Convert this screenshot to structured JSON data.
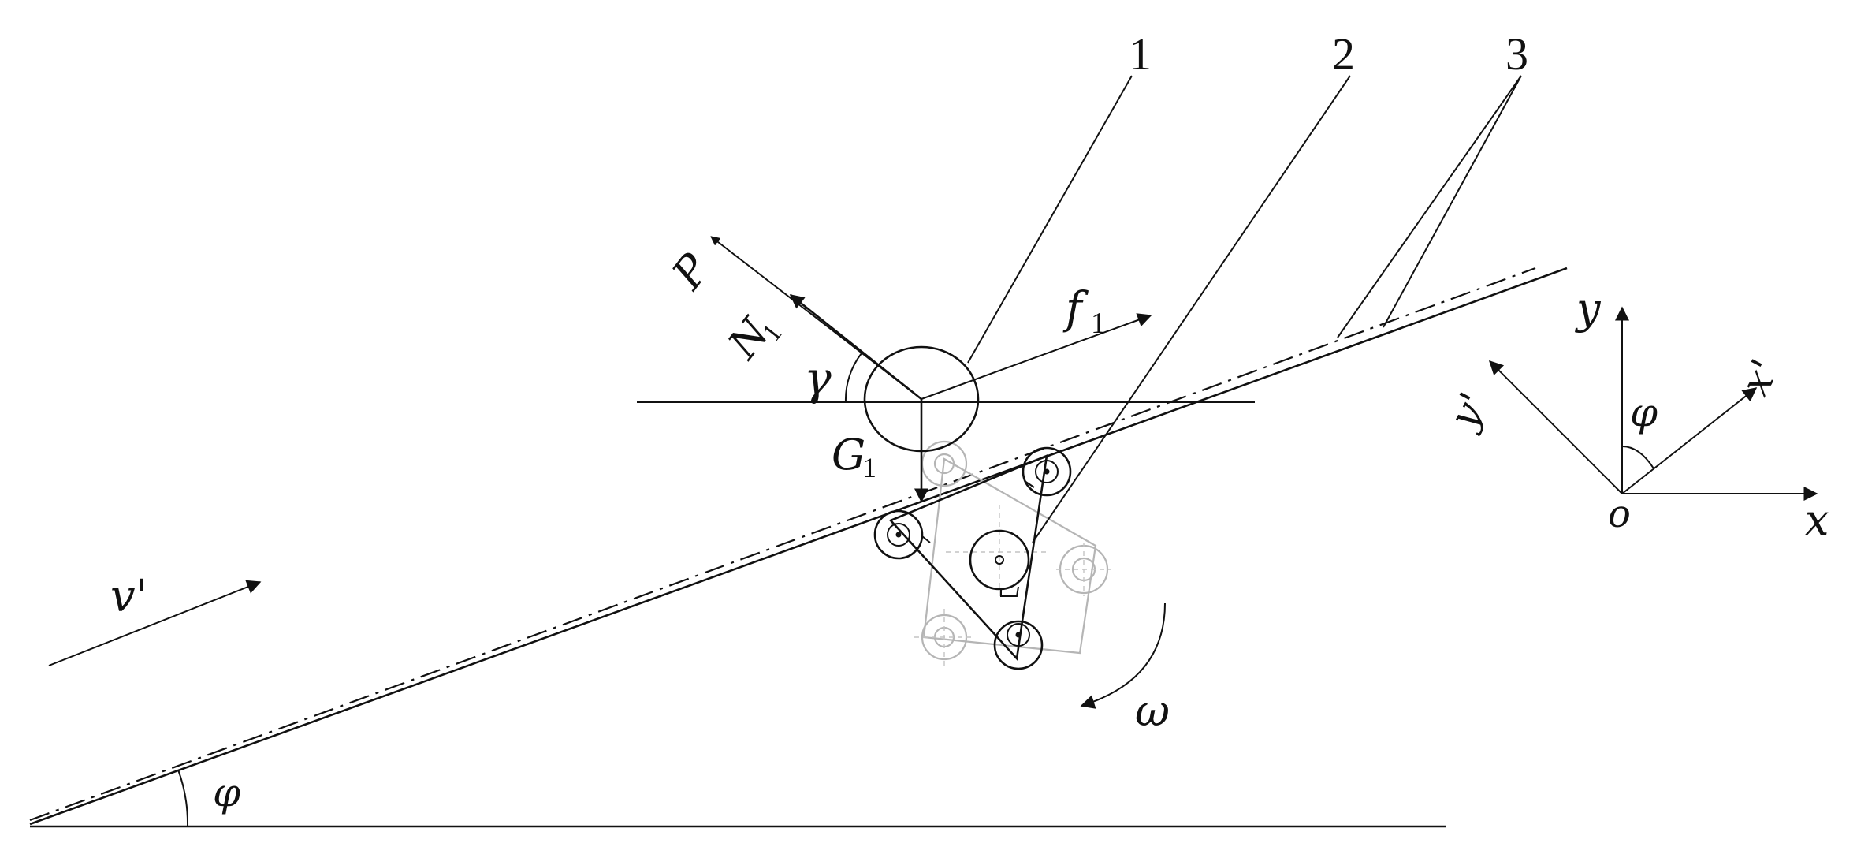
{
  "labels": {
    "part_1": "1",
    "part_2": "2",
    "part_3": "3",
    "force_p": "P",
    "normal_force": "N",
    "normal_force_sub": "1",
    "friction_force": "f",
    "friction_force_sub": "1",
    "gravity": "G",
    "gravity_sub": "1",
    "gamma": "γ",
    "velocity": "v'",
    "omega": "ω",
    "phi_base": "φ",
    "phi_axes": "φ",
    "axis_x": "x",
    "axis_y": "y",
    "axis_x_prime": "x'",
    "axis_y_prime": "y'",
    "origin": "o"
  }
}
